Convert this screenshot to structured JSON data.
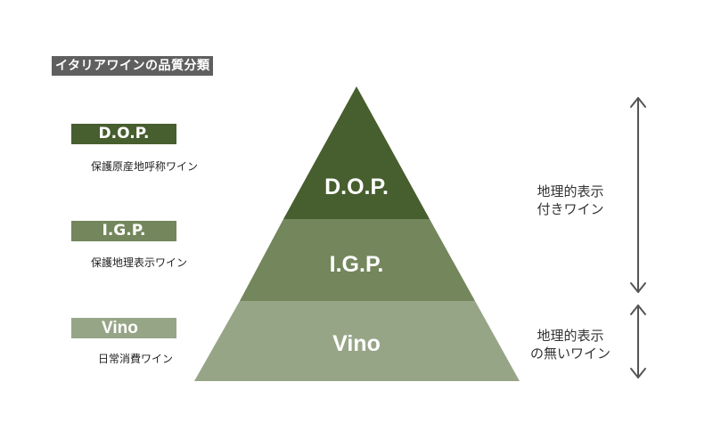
{
  "title": "イタリアワインの品質分類",
  "levels": [
    {
      "key": "dop",
      "label": "D.O.P.",
      "description": "保護原産地呼称ワイン",
      "color": "#475e2f"
    },
    {
      "key": "igp",
      "label": "I.G.P.",
      "description": "保護地理表示ワイン",
      "color": "#74865c"
    },
    {
      "key": "vino",
      "label": "Vino",
      "description": "日常消費ワイン",
      "color": "#97a587"
    }
  ],
  "groups": {
    "geo": {
      "line1": "地理的表示",
      "line2": "付きワイン"
    },
    "nogeo": {
      "line1": "地理的表示",
      "line2": "の無いワイン"
    }
  },
  "colors": {
    "title_bg": "#5f5f5f",
    "arrow": "#555555"
  }
}
